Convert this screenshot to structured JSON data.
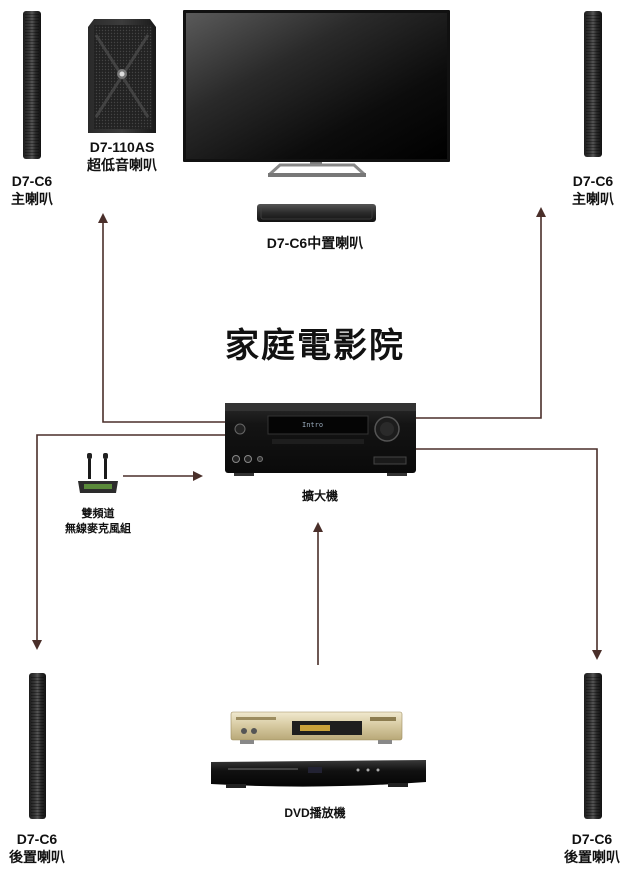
{
  "title": "家庭電影院",
  "speakers": {
    "front_left": {
      "model": "D7-C6",
      "role": "主喇叭"
    },
    "front_right": {
      "model": "D7-C6",
      "role": "主喇叭"
    },
    "subwoofer": {
      "model": "D7-110AS",
      "role": "超低音喇叭"
    },
    "center": {
      "label": "D7-C6中置喇叭"
    },
    "rear_left": {
      "model": "D7-C6",
      "role": "後置喇叭"
    },
    "rear_right": {
      "model": "D7-C6",
      "role": "後置喇叭"
    }
  },
  "devices": {
    "receiver": {
      "label": "擴大機",
      "display": "Intro"
    },
    "microphone": {
      "line1": "雙頻道",
      "line2": "無線麥克風組"
    },
    "dvd": {
      "label": "DVD播放機"
    }
  },
  "colors": {
    "arrow": "#4a2f2a",
    "device_body": "#151515"
  }
}
